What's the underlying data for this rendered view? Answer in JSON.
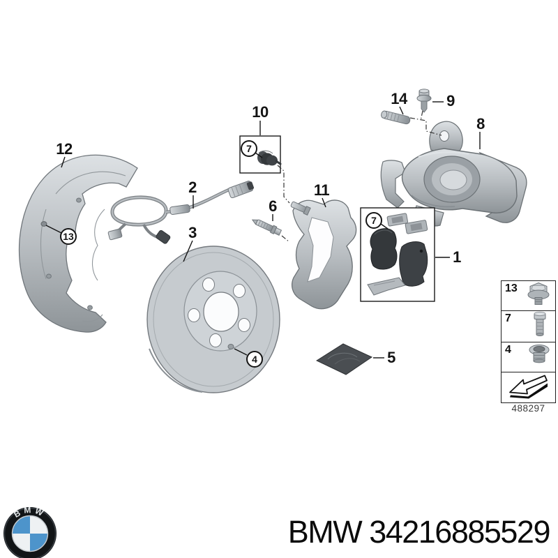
{
  "diagram": {
    "callouts": {
      "pad_kit": "1",
      "wear_sensor": "2",
      "brake_disc": "3",
      "set_screw": "4",
      "grease_sachet": "5",
      "guide_bolt": "6",
      "kit_bushing": "7",
      "caliper": "8",
      "caliper_bolt": "9",
      "repair_kit": "10",
      "carrier": "11",
      "splash_shield": "12",
      "shield_screw": "13",
      "guide_pin": "14",
      "pad_kit_clip": "7"
    },
    "legend": {
      "rows": [
        {
          "label": "13",
          "icon": "flange-bolt-icon"
        },
        {
          "label": "7",
          "icon": "hex-bolt-icon"
        },
        {
          "label": "4",
          "icon": "plug-screw-icon"
        }
      ],
      "direction_icon": "direction-arrow-icon",
      "drawing_number": "488297"
    }
  },
  "footer": {
    "logo_text": "BMW",
    "part_title": "BMW 34216885529"
  },
  "colors": {
    "background": "#ffffff",
    "metal_light": "#d9dde0",
    "metal_mid": "#b5babe",
    "metal_dark": "#858b90",
    "outline": "#63686c",
    "rubber_dark": "#3a3e41",
    "callout_line": "#141414",
    "bmw_blue": "#4d94cb",
    "bmw_ring": "#121517"
  }
}
